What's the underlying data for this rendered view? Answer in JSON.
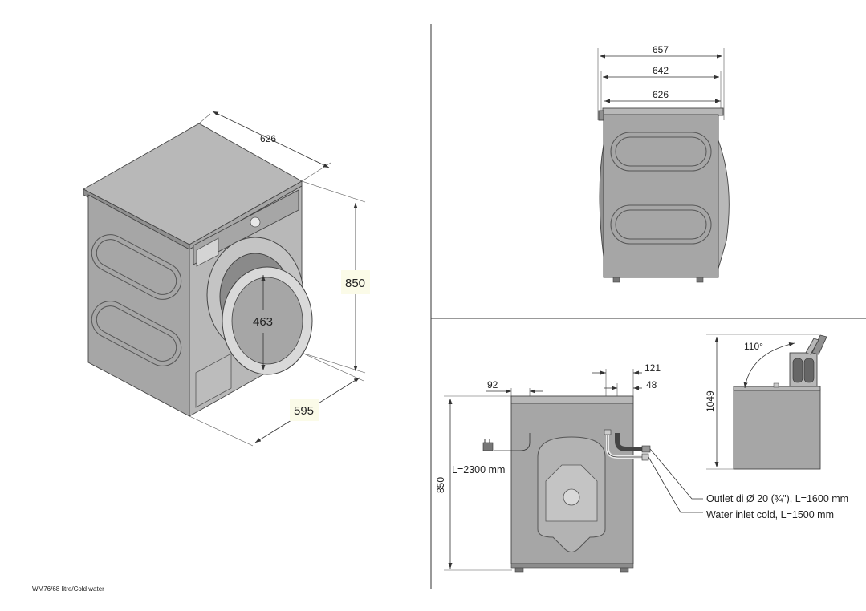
{
  "views": {
    "iso": {
      "depth": "626",
      "height": "850",
      "width": "595",
      "door_opening": "463"
    },
    "side": {
      "dim_top": "657",
      "dim_mid": "642",
      "dim_low": "626"
    },
    "rear": {
      "offset_left": "92",
      "offset_right_outer": "121",
      "offset_right_inner": "48",
      "height": "850",
      "cable_length": "L=2300 mm",
      "outlet_note": "Outlet di Ø 20 (¾\"), L=1600 mm",
      "inlet_note": "Water inlet cold, L=1500 mm"
    },
    "lid": {
      "angle": "110°",
      "open_height": "1049"
    }
  },
  "caption": "WM76/68 litre/Cold water"
}
